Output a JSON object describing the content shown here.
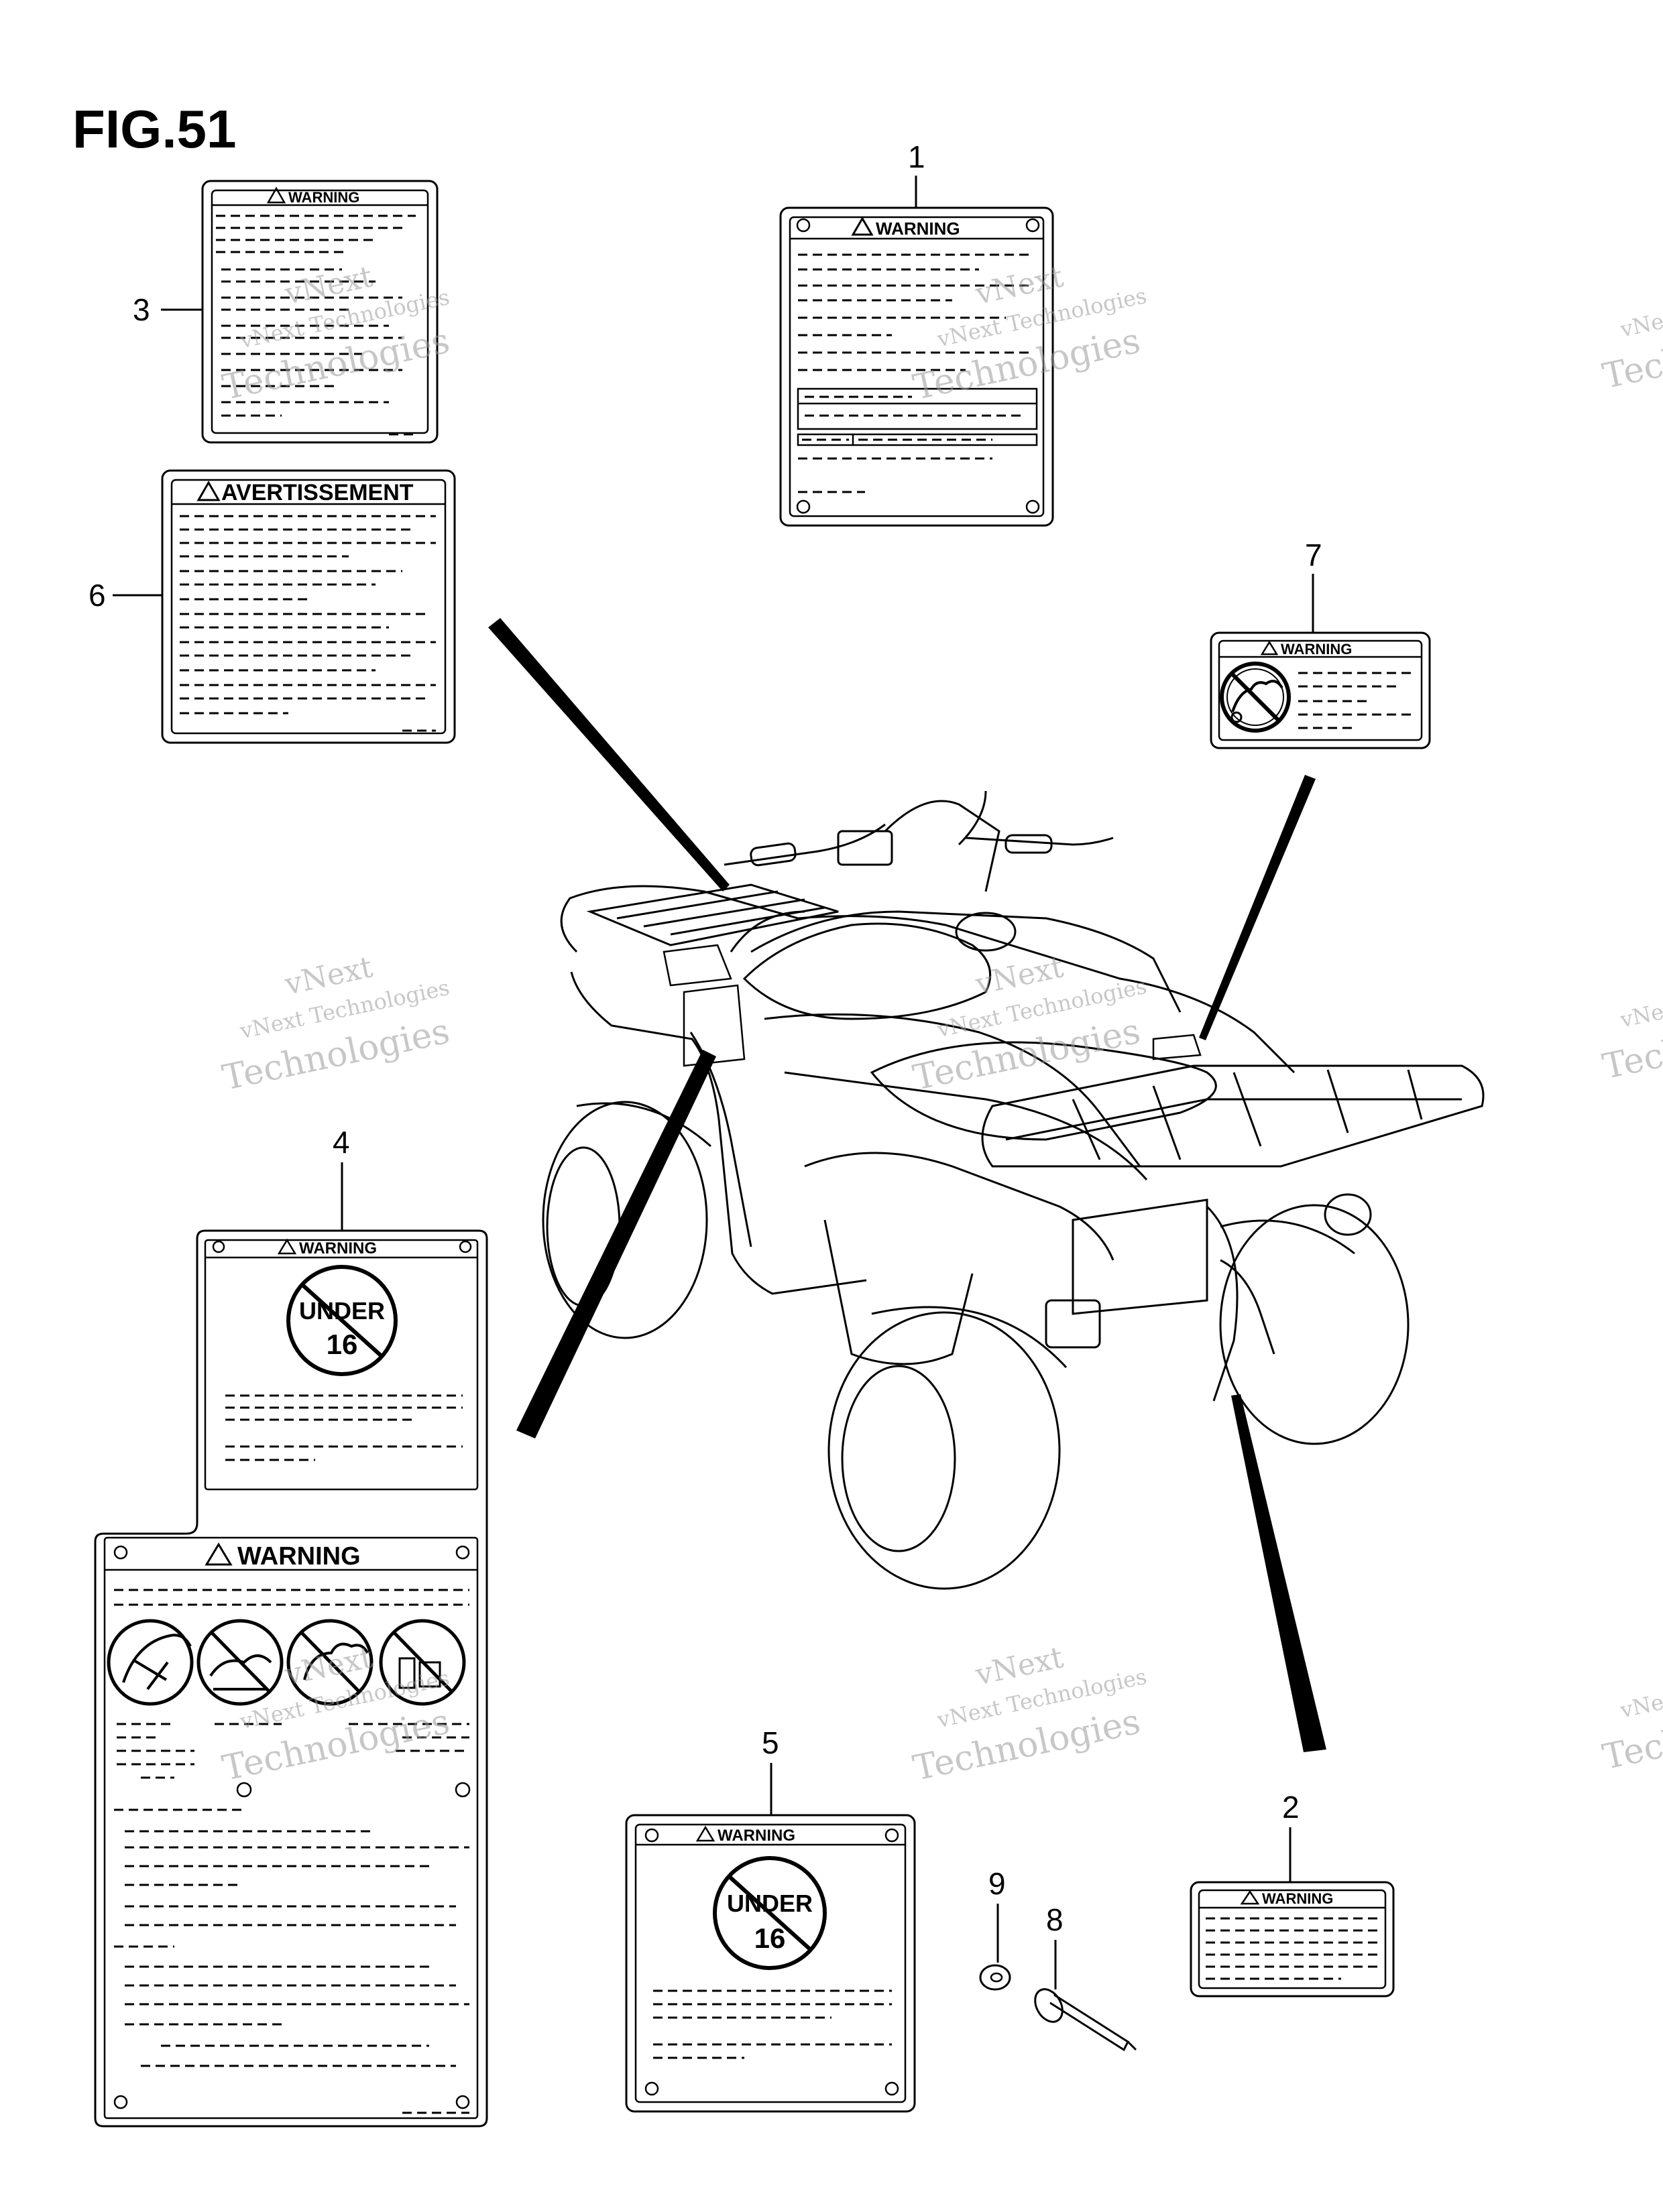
{
  "figure": {
    "title": "FIG.51"
  },
  "callouts": {
    "c1": "1",
    "c2": "2",
    "c3": "3",
    "c4": "4",
    "c5": "5",
    "c6": "6",
    "c7": "7",
    "c8": "8",
    "c9": "9"
  },
  "labels": {
    "warning": "WARNING",
    "avertissement": "AVERTISSEMENT",
    "under": "UNDER",
    "age": "16"
  },
  "watermark": {
    "line1": "vNext",
    "line2": "vNext Technologies",
    "line3": "Technologies"
  }
}
